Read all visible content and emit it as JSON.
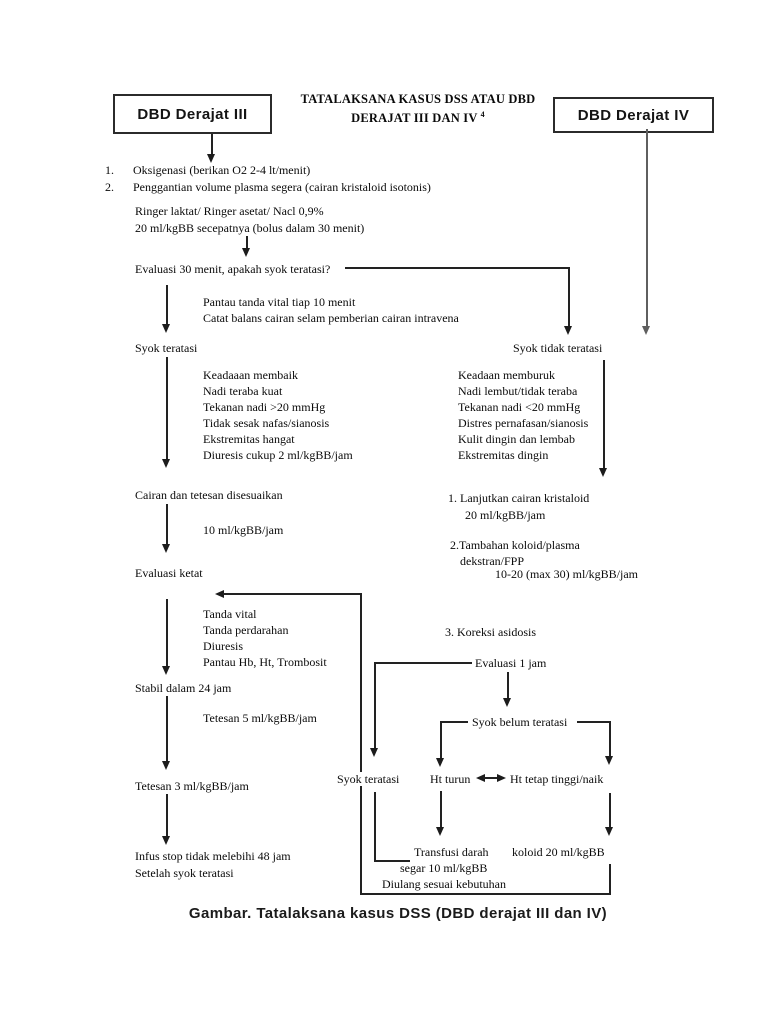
{
  "colors": {
    "page_bg": "#ffffff",
    "text": "#0a0a0a",
    "line": "#222222",
    "line_gray": "#5f5f5f"
  },
  "title": {
    "line1": "TATALAKSANA KASUS DSS ATAU DBD",
    "line2": "DERAJAT III DAN IV",
    "sup": "4"
  },
  "boxes": {
    "dbd3": "DBD Derajat III",
    "dbd4": "DBD Derajat IV"
  },
  "steps": {
    "n1": "1.",
    "t1": "Oksigenasi (berikan O2 2-4 lt/menit)",
    "n2": "2.",
    "t2": "Penggantian volume plasma segera (cairan kristaloid isotonis)"
  },
  "nodes": {
    "ringer1": "Ringer laktat/ Ringer asetat/ Nacl 0,9%",
    "ringer2": "20 ml/kgBB secepatnya (bolus dalam 30 menit)",
    "evaluasi30": "Evaluasi 30 menit, apakah syok teratasi?",
    "pantau1": "Pantau tanda vital tiap 10 menit",
    "pantau2": "Catat balans cairan selam pemberian cairan intravena",
    "syok_teratasi": "Syok teratasi",
    "syok_tidak_teratasi": "Syok tidak teratasi",
    "cairan": "Cairan dan tetesan disesuaikan",
    "rate10": "10 ml/kgBB/jam",
    "evaluasi_ketat": "Evaluasi ketat",
    "stabil": "Stabil dalam 24 jam",
    "tetesan5": "Tetesan 5 ml/kgBB/jam",
    "tetesan3": "Tetesan 3 ml/kgBB/jam",
    "infus1": "Infus stop tidak melebihi 48 jam",
    "infus2": "Setelah syok teratasi",
    "lanjutkan1": "1. Lanjutkan cairan kristaloid",
    "lanjutkan2": "20 ml/kgBB/jam",
    "tambahan1": "2.Tambahan koloid/plasma",
    "tambahan2": "dekstran/FPP",
    "tambahan3": "10-20  (max  30)  ml/kgBB/jam",
    "koreksi": "3. Koreksi asidosis",
    "evaluasi1jam": "Evaluasi 1 jam",
    "syok_belum": "Syok belum teratasi",
    "ht_turun": "Ht turun",
    "ht_tetap": "Ht tetap tinggi/naik",
    "syok_teratasi2": "Syok teratasi",
    "transfusi1": "Transfusi darah",
    "transfusi2": "segar 10 ml/kgBB",
    "transfusi3": "Diulang sesuai kebutuhan",
    "koloid": "koloid 20 ml/kgBB"
  },
  "lists": {
    "membaik": [
      "Keadaaan membaik",
      "Nadi teraba kuat",
      "Tekanan nadi >20 mmHg",
      "Tidak sesak nafas/sianosis",
      "Ekstremitas hangat",
      "Diuresis cukup 2 ml/kgBB/jam"
    ],
    "memburuk": [
      "Keadaan memburuk",
      "Nadi lembut/tidak teraba",
      "Tekanan nadi <20 mmHg",
      "Distres pernafasan/sianosis",
      "Kulit dingin dan lembab",
      "Ekstremitas dingin"
    ],
    "monitor": [
      "Tanda vital",
      "Tanda perdarahan",
      "Diuresis",
      "Pantau Hb, Ht, Trombosit"
    ]
  },
  "caption": "Gambar. Tatalaksana kasus DSS (DBD derajat III dan IV)"
}
